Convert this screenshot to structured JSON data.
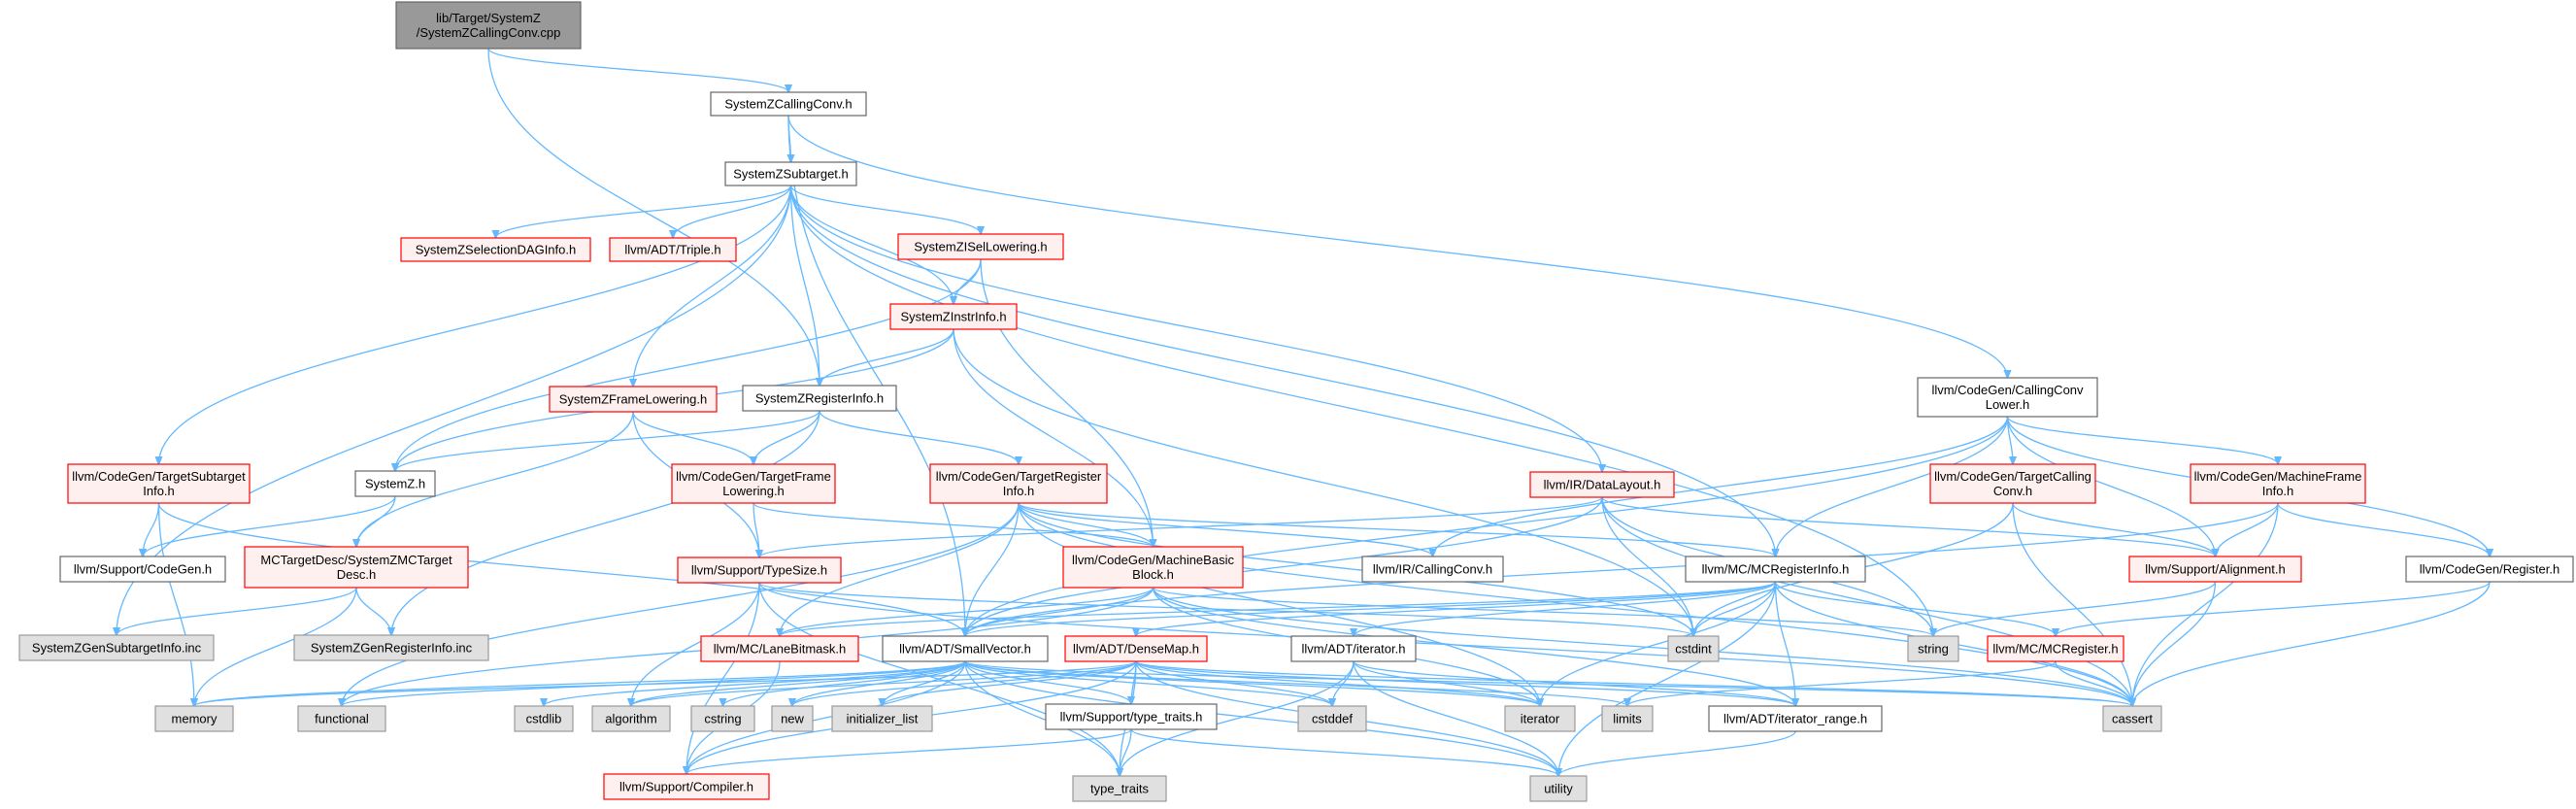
{
  "colors": {
    "edge": "#63b8ff",
    "root_fill": "#999999",
    "normal_fill": "#ffffff",
    "normal_border": "#666666",
    "truncated_fill": "#fff0f0",
    "truncated_border": "#ff0000",
    "external_fill": "#e0e0e0",
    "external_border": "#999999"
  },
  "graph": {
    "nodes": [
      {
        "id": "root",
        "lines": [
          "lib/Target/SystemZ",
          "/SystemZCallingConv.cpp"
        ],
        "kind": "root"
      },
      {
        "id": "ccv_h",
        "lines": [
          "SystemZCallingConv.h"
        ],
        "kind": "normal"
      },
      {
        "id": "subtarget",
        "lines": [
          "SystemZSubtarget.h"
        ],
        "kind": "normal"
      },
      {
        "id": "selDAG",
        "lines": [
          "SystemZSelectionDAGInfo.h"
        ],
        "kind": "truncated"
      },
      {
        "id": "triple",
        "lines": [
          "llvm/ADT/Triple.h"
        ],
        "kind": "truncated"
      },
      {
        "id": "isel",
        "lines": [
          "SystemZISelLowering.h"
        ],
        "kind": "truncated"
      },
      {
        "id": "instrinfo",
        "lines": [
          "SystemZInstrInfo.h"
        ],
        "kind": "truncated"
      },
      {
        "id": "framelow",
        "lines": [
          "SystemZFrameLowering.h"
        ],
        "kind": "truncated"
      },
      {
        "id": "reginfo",
        "lines": [
          "SystemZRegisterInfo.h"
        ],
        "kind": "normal"
      },
      {
        "id": "ccl",
        "lines": [
          "llvm/CodeGen/CallingConv",
          "Lower.h"
        ],
        "kind": "normal"
      },
      {
        "id": "targsub",
        "lines": [
          "llvm/CodeGen/TargetSubtarget",
          "Info.h"
        ],
        "kind": "truncated"
      },
      {
        "id": "systemz_h",
        "lines": [
          "SystemZ.h"
        ],
        "kind": "normal"
      },
      {
        "id": "tfl",
        "lines": [
          "llvm/CodeGen/TargetFrame",
          "Lowering.h"
        ],
        "kind": "truncated"
      },
      {
        "id": "tri",
        "lines": [
          "llvm/CodeGen/TargetRegister",
          "Info.h"
        ],
        "kind": "truncated"
      },
      {
        "id": "datalayout",
        "lines": [
          "llvm/IR/DataLayout.h"
        ],
        "kind": "truncated"
      },
      {
        "id": "tcc",
        "lines": [
          "llvm/CodeGen/TargetCalling",
          "Conv.h"
        ],
        "kind": "truncated"
      },
      {
        "id": "mfi",
        "lines": [
          "llvm/CodeGen/MachineFrame",
          "Info.h"
        ],
        "kind": "truncated"
      },
      {
        "id": "codegen_h",
        "lines": [
          "llvm/Support/CodeGen.h"
        ],
        "kind": "normal"
      },
      {
        "id": "mctd",
        "lines": [
          "MCTargetDesc/SystemZMCTarget",
          "Desc.h"
        ],
        "kind": "truncated"
      },
      {
        "id": "typesize",
        "lines": [
          "llvm/Support/TypeSize.h"
        ],
        "kind": "truncated"
      },
      {
        "id": "mbb",
        "lines": [
          "llvm/CodeGen/MachineBasic",
          "Block.h"
        ],
        "kind": "truncated"
      },
      {
        "id": "callingconv",
        "lines": [
          "llvm/IR/CallingConv.h"
        ],
        "kind": "normal"
      },
      {
        "id": "mcreginfo",
        "lines": [
          "llvm/MC/MCRegisterInfo.h"
        ],
        "kind": "normal"
      },
      {
        "id": "alignment",
        "lines": [
          "llvm/Support/Alignment.h"
        ],
        "kind": "truncated"
      },
      {
        "id": "register",
        "lines": [
          "llvm/CodeGen/Register.h"
        ],
        "kind": "normal"
      },
      {
        "id": "gensub",
        "lines": [
          "SystemZGenSubtargetInfo.inc"
        ],
        "kind": "external"
      },
      {
        "id": "genreg",
        "lines": [
          "SystemZGenRegisterInfo.inc"
        ],
        "kind": "external"
      },
      {
        "id": "lanebm",
        "lines": [
          "llvm/MC/LaneBitmask.h"
        ],
        "kind": "truncated"
      },
      {
        "id": "smallvec",
        "lines": [
          "llvm/ADT/SmallVector.h"
        ],
        "kind": "normal"
      },
      {
        "id": "densemap",
        "lines": [
          "llvm/ADT/DenseMap.h"
        ],
        "kind": "truncated"
      },
      {
        "id": "iterator_h",
        "lines": [
          "llvm/ADT/iterator.h"
        ],
        "kind": "normal"
      },
      {
        "id": "cstdint",
        "lines": [
          "cstdint"
        ],
        "kind": "external"
      },
      {
        "id": "string",
        "lines": [
          "string"
        ],
        "kind": "external"
      },
      {
        "id": "mcregister",
        "lines": [
          "llvm/MC/MCRegister.h"
        ],
        "kind": "truncated"
      },
      {
        "id": "memory",
        "lines": [
          "memory"
        ],
        "kind": "external"
      },
      {
        "id": "functional",
        "lines": [
          "functional"
        ],
        "kind": "external"
      },
      {
        "id": "cstdlib",
        "lines": [
          "cstdlib"
        ],
        "kind": "external"
      },
      {
        "id": "algorithm",
        "lines": [
          "algorithm"
        ],
        "kind": "external"
      },
      {
        "id": "cstring",
        "lines": [
          "cstring"
        ],
        "kind": "external"
      },
      {
        "id": "new",
        "lines": [
          "new"
        ],
        "kind": "external"
      },
      {
        "id": "initlist",
        "lines": [
          "initializer_list"
        ],
        "kind": "external"
      },
      {
        "id": "typetraits_h",
        "lines": [
          "llvm/Support/type_traits.h"
        ],
        "kind": "normal"
      },
      {
        "id": "cstddef",
        "lines": [
          "cstddef"
        ],
        "kind": "external"
      },
      {
        "id": "iterator",
        "lines": [
          "iterator"
        ],
        "kind": "external"
      },
      {
        "id": "limits",
        "lines": [
          "limits"
        ],
        "kind": "external"
      },
      {
        "id": "iterrange",
        "lines": [
          "llvm/ADT/iterator_range.h"
        ],
        "kind": "normal"
      },
      {
        "id": "cassert",
        "lines": [
          "cassert"
        ],
        "kind": "external"
      },
      {
        "id": "compiler",
        "lines": [
          "llvm/Support/Compiler.h"
        ],
        "kind": "truncated"
      },
      {
        "id": "type_traits",
        "lines": [
          "type_traits"
        ],
        "kind": "external"
      },
      {
        "id": "utility",
        "lines": [
          "utility"
        ],
        "kind": "external"
      }
    ],
    "edges": [
      [
        "root",
        "ccv_h"
      ],
      [
        "root",
        "reginfo"
      ],
      [
        "ccv_h",
        "subtarget"
      ],
      [
        "ccv_h",
        "ccl"
      ],
      [
        "ccv_h",
        "smallvec"
      ],
      [
        "subtarget",
        "selDAG"
      ],
      [
        "subtarget",
        "triple"
      ],
      [
        "subtarget",
        "isel"
      ],
      [
        "subtarget",
        "instrinfo"
      ],
      [
        "subtarget",
        "framelow"
      ],
      [
        "subtarget",
        "reginfo"
      ],
      [
        "subtarget",
        "targsub"
      ],
      [
        "subtarget",
        "gensub"
      ],
      [
        "subtarget",
        "datalayout"
      ],
      [
        "subtarget",
        "string"
      ],
      [
        "subtarget",
        "mcreginfo"
      ],
      [
        "isel",
        "instrinfo"
      ],
      [
        "isel",
        "systemz_h"
      ],
      [
        "isel",
        "mbb"
      ],
      [
        "instrinfo",
        "reginfo"
      ],
      [
        "instrinfo",
        "systemz_h"
      ],
      [
        "instrinfo",
        "mbb"
      ],
      [
        "instrinfo",
        "cstdint"
      ],
      [
        "framelow",
        "tfl"
      ],
      [
        "framelow",
        "mctd"
      ],
      [
        "framelow",
        "typesize"
      ],
      [
        "reginfo",
        "systemz_h"
      ],
      [
        "reginfo",
        "tfl"
      ],
      [
        "reginfo",
        "tri"
      ],
      [
        "reginfo",
        "genreg"
      ],
      [
        "ccl",
        "callingconv"
      ],
      [
        "ccl",
        "tcc"
      ],
      [
        "ccl",
        "mfi"
      ],
      [
        "ccl",
        "register"
      ],
      [
        "ccl",
        "mcreginfo"
      ],
      [
        "ccl",
        "alignment"
      ],
      [
        "ccl",
        "smallvec"
      ],
      [
        "targsub",
        "codegen_h"
      ],
      [
        "targsub",
        "memory"
      ],
      [
        "targsub",
        "smallvec"
      ],
      [
        "systemz_h",
        "codegen_h"
      ],
      [
        "systemz_h",
        "mctd"
      ],
      [
        "tfl",
        "typesize"
      ],
      [
        "tfl",
        "mbb"
      ],
      [
        "tri",
        "mbb"
      ],
      [
        "tri",
        "callingconv"
      ],
      [
        "tri",
        "lanebm"
      ],
      [
        "tri",
        "smallvec"
      ],
      [
        "tri",
        "mcreginfo"
      ],
      [
        "tri",
        "cstdint"
      ],
      [
        "tri",
        "cassert"
      ],
      [
        "tri",
        "functional"
      ],
      [
        "tri",
        "iterator"
      ],
      [
        "datalayout",
        "typesize"
      ],
      [
        "datalayout",
        "alignment"
      ],
      [
        "datalayout",
        "smallvec"
      ],
      [
        "datalayout",
        "cstdint"
      ],
      [
        "datalayout",
        "string"
      ],
      [
        "datalayout",
        "cassert"
      ],
      [
        "tcc",
        "alignment"
      ],
      [
        "tcc",
        "cstdint"
      ],
      [
        "tcc",
        "cassert"
      ],
      [
        "mfi",
        "alignment"
      ],
      [
        "mfi",
        "register"
      ],
      [
        "mfi",
        "cassert"
      ],
      [
        "mfi",
        "smallvec"
      ],
      [
        "mctd",
        "gensub"
      ],
      [
        "mctd",
        "genreg"
      ],
      [
        "mctd",
        "memory"
      ],
      [
        "typesize",
        "algorithm"
      ],
      [
        "typesize",
        "cassert"
      ],
      [
        "typesize",
        "cstdint"
      ],
      [
        "typesize",
        "type_traits"
      ],
      [
        "typesize",
        "compiler"
      ],
      [
        "mbb",
        "smallvec"
      ],
      [
        "mbb",
        "lanebm"
      ],
      [
        "mbb",
        "iterator"
      ],
      [
        "mbb",
        "cassert"
      ],
      [
        "mbb",
        "functional"
      ],
      [
        "mbb",
        "string"
      ],
      [
        "mbb",
        "iterrange"
      ],
      [
        "mcreginfo",
        "smallvec"
      ],
      [
        "mcreginfo",
        "iterator_h"
      ],
      [
        "mcreginfo",
        "iterrange"
      ],
      [
        "mcreginfo",
        "lanebm"
      ],
      [
        "mcreginfo",
        "mcregister"
      ],
      [
        "mcreginfo",
        "cassert"
      ],
      [
        "mcreginfo",
        "cstdint"
      ],
      [
        "mcreginfo",
        "iterator"
      ],
      [
        "mcreginfo",
        "utility"
      ],
      [
        "mcreginfo",
        "densemap"
      ],
      [
        "alignment",
        "cassert"
      ],
      [
        "alignment",
        "string"
      ],
      [
        "register",
        "mcregister"
      ],
      [
        "register",
        "cassert"
      ],
      [
        "lanebm",
        "compiler"
      ],
      [
        "smallvec",
        "compiler"
      ],
      [
        "smallvec",
        "type_traits"
      ],
      [
        "smallvec",
        "algorithm"
      ],
      [
        "smallvec",
        "cassert"
      ],
      [
        "smallvec",
        "cstddef"
      ],
      [
        "smallvec",
        "cstdlib"
      ],
      [
        "smallvec",
        "cstring"
      ],
      [
        "smallvec",
        "functional"
      ],
      [
        "smallvec",
        "initlist"
      ],
      [
        "smallvec",
        "iterator"
      ],
      [
        "smallvec",
        "limits"
      ],
      [
        "smallvec",
        "memory"
      ],
      [
        "smallvec",
        "new"
      ],
      [
        "smallvec",
        "utility"
      ],
      [
        "smallvec",
        "typetraits_h"
      ],
      [
        "densemap",
        "compiler"
      ],
      [
        "densemap",
        "typetraits_h"
      ],
      [
        "densemap",
        "algorithm"
      ],
      [
        "densemap",
        "cassert"
      ],
      [
        "densemap",
        "cstddef"
      ],
      [
        "densemap",
        "initlist"
      ],
      [
        "densemap",
        "iterator"
      ],
      [
        "densemap",
        "new"
      ],
      [
        "densemap",
        "type_traits"
      ],
      [
        "densemap",
        "utility"
      ],
      [
        "densemap",
        "memory"
      ],
      [
        "densemap",
        "iterrange"
      ],
      [
        "iterator_h",
        "iterrange"
      ],
      [
        "iterator_h",
        "cstddef"
      ],
      [
        "iterator_h",
        "iterator"
      ],
      [
        "iterator_h",
        "type_traits"
      ],
      [
        "iterator_h",
        "utility"
      ],
      [
        "mcregister",
        "cassert"
      ],
      [
        "mcregister",
        "limits"
      ],
      [
        "typetraits_h",
        "type_traits"
      ],
      [
        "typetraits_h",
        "utility"
      ],
      [
        "typetraits_h",
        "compiler"
      ],
      [
        "iterrange",
        "utility"
      ]
    ]
  }
}
